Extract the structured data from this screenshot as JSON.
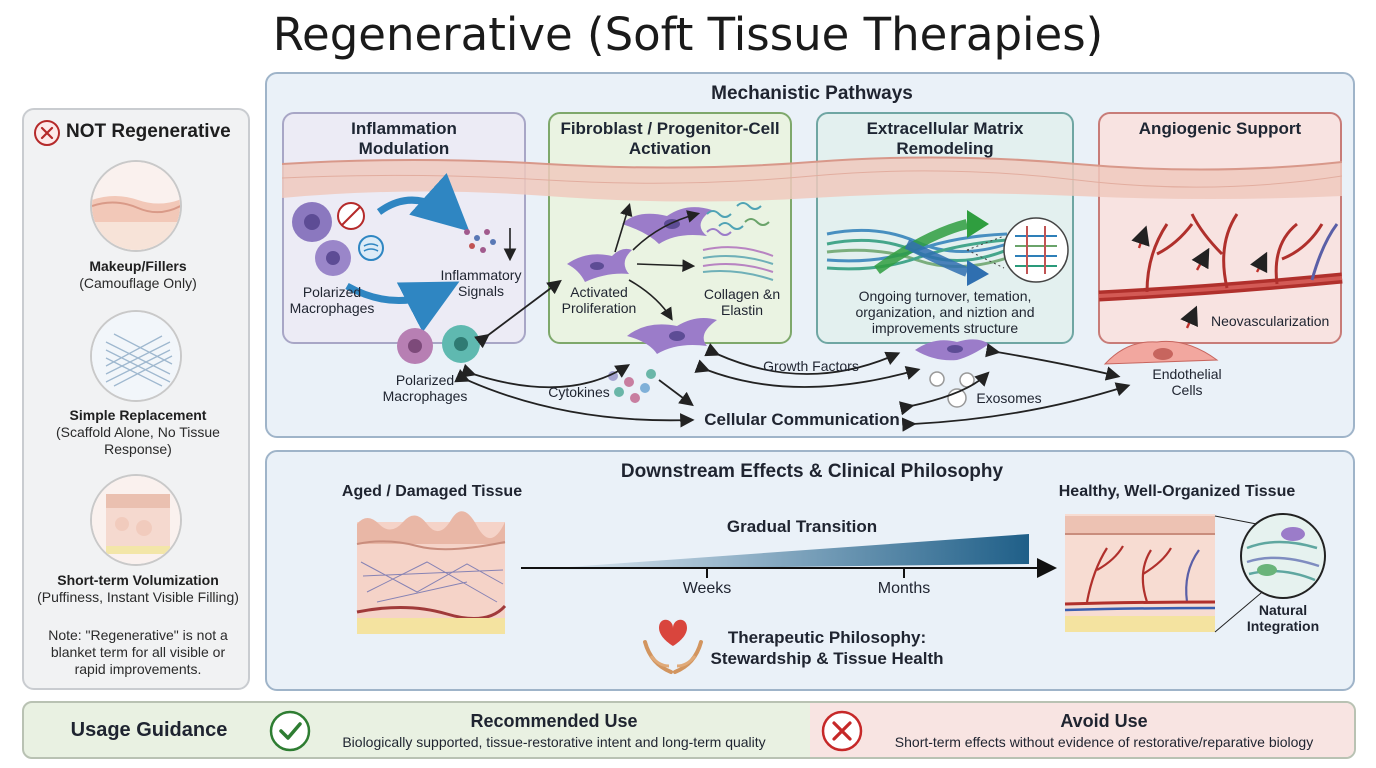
{
  "title": "Regenerative (Soft Tissue Therapies)",
  "left_panel": {
    "heading": "NOT Regenerative",
    "items": [
      {
        "title": "Makeup/Fillers",
        "subtitle": "(Camouflage Only)"
      },
      {
        "title": "Simple Replacement",
        "subtitle_line1": "(Scaffold Alone, No Tissue",
        "subtitle_line2": "Response)"
      },
      {
        "title": "Short-term Volumization",
        "subtitle": "(Puffiness, Instant Visible Filling)"
      }
    ],
    "note_line1": "Note: \"Regenerative\" is not a",
    "note_line2": "blanket term for all visible or",
    "note_line3": "rapid improvements."
  },
  "mechanistic": {
    "heading": "Mechanistic Pathways",
    "cards": [
      {
        "title_line1": "Inflammation",
        "title_line2": "Modulation"
      },
      {
        "title_line1": "Fibroblast / Progenitor-Cell",
        "title_line2": "Activation"
      },
      {
        "title_line1": "Extracellular Matrix",
        "title_line2": "Remodeling"
      },
      {
        "title_line1": "Angiogenic Support",
        "title_line2": ""
      }
    ],
    "labels": {
      "polarized_macrophages_line1": "Polarized",
      "polarized_macrophages_line2": "Macrophages",
      "inflammatory_line1": "Inflammatory",
      "inflammatory_line2": "Signals",
      "activated_line1": "Activated",
      "activated_line2": "Proliferation",
      "collagen_line1": "Collagen &n",
      "collagen_line2": "Elastin",
      "ecm_line1": "Ongoing turnover, temation,",
      "ecm_line2": "organization, and niztion and",
      "ecm_line3": "improvements structure",
      "neovascularization": "Neovascularization",
      "endothelial_line1": "Endothelial",
      "endothelial_line2": "Cells",
      "outer_macrophages_line1": "Polarized",
      "outer_macrophages_line2": "Macrophages",
      "cytokines": "Cytokines",
      "growth_factors": "Growth Factors",
      "exosomes": "Exosomes",
      "cellular_communication": "Cellular Communication"
    }
  },
  "downstream": {
    "heading": "Downstream Effects & Clinical Philosophy",
    "aged_label": "Aged / Damaged Tissue",
    "healthy_label": "Healthy, Well-Organized Tissue",
    "transition_label": "Gradual Transition",
    "ticks": [
      "Weeks",
      "Months"
    ],
    "philosophy_line1": "Therapeutic Philosophy:",
    "philosophy_line2": "Stewardship & Tissue Health",
    "natural_line1": "Natural",
    "natural_line2": "Integration"
  },
  "usage": {
    "heading": "Usage Guidance",
    "recommended_title": "Recommended Use",
    "recommended_text": "Biologically supported, tissue-restorative intent and long-term quality",
    "avoid_title": "Avoid Use",
    "avoid_text": "Short-term effects without evidence of restorative/reparative biology"
  },
  "colors": {
    "recommended_accent": "#2e7d32",
    "avoid_accent": "#c62828",
    "panel_blue": "#eaf1f8",
    "fibroblast_purple": "#9b7cc9"
  }
}
